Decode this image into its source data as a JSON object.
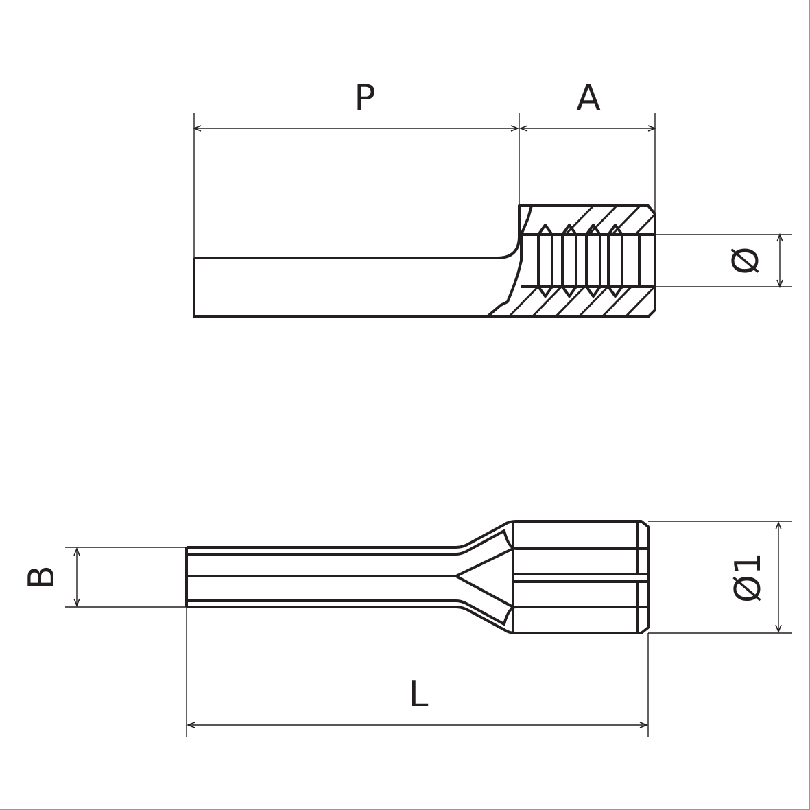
{
  "labels": {
    "top_length_p": "P",
    "top_length_a": "A",
    "top_diameter": "Ø",
    "bottom_width_b": "B",
    "bottom_diameter": "Ø1",
    "bottom_length_l": "L"
  },
  "colors": {
    "line": "#231f20",
    "background": "#ffffff"
  }
}
